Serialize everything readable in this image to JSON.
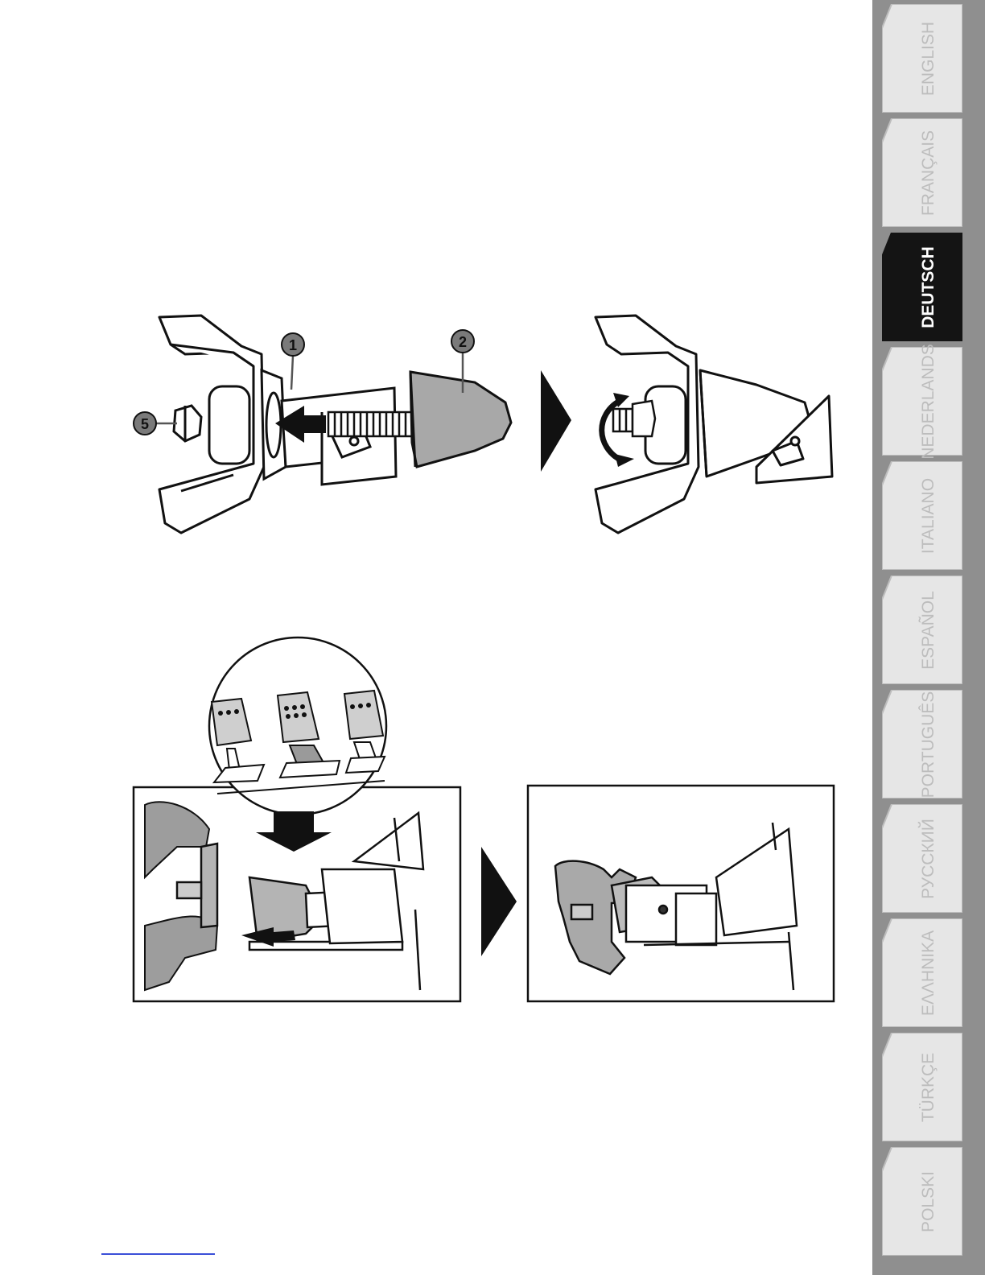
{
  "figures": {
    "top_callouts": [
      "1",
      "2",
      "5"
    ]
  },
  "language_tabs": [
    {
      "label": "ENGLISH",
      "active": false
    },
    {
      "label": "FRANÇAIS",
      "active": false
    },
    {
      "label": "DEUTSCH",
      "active": true
    },
    {
      "label": "NEDERLANDS",
      "active": false
    },
    {
      "label": "ITALIANO",
      "active": false
    },
    {
      "label": "ESPAÑOL",
      "active": false
    },
    {
      "label": "PORTUGUÊS",
      "active": false
    },
    {
      "label": "РУССКИЙ",
      "active": false
    },
    {
      "label": "ΕΛΛΗΝΙΚΑ",
      "active": false
    },
    {
      "label": "TÜRKÇE",
      "active": false
    },
    {
      "label": "POLSKI",
      "active": false
    }
  ],
  "colors": {
    "tab_strip": "#8f8f8f",
    "tab_inactive": "#e6e6e6",
    "tab_active": "#141414",
    "link_underline": "#3b4fd8"
  }
}
